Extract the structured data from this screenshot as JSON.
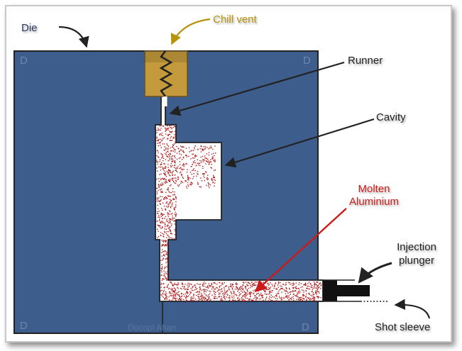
{
  "labels": {
    "die": "Die",
    "chill_vent": "Chill vent",
    "runner": "Runner",
    "cavity": "Cavity",
    "molten_line1": "Molten",
    "molten_line2": "Aluminium",
    "injection_line1": "Injection",
    "injection_line2": "plunger",
    "shot_sleeve": "Shot sleeve"
  },
  "corner_marks": [
    "D",
    "D",
    "D",
    "D"
  ],
  "watermark": "Ducopl Ahan",
  "colors": {
    "die": "#3d5d8c",
    "chill_vent": "#c49a3c",
    "molten_metal": "#b02020",
    "cavity": "#ffffff",
    "die_label_arrow": "#222222",
    "chill_vent_label": "#b8930a",
    "molten_label": "#cc1a1a",
    "plunger": "#111111"
  }
}
